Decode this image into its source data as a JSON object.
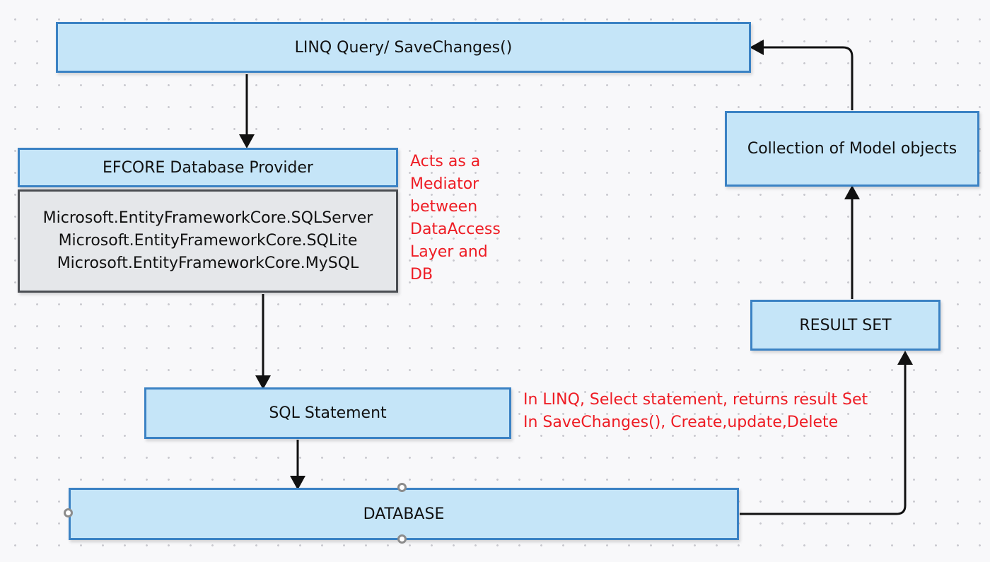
{
  "nodes": {
    "linq": "LINQ Query/ SaveChanges()",
    "provider": "EFCORE Database Provider",
    "packages": [
      "Microsoft.EntityFrameworkCore.SQLServer",
      "Microsoft.EntityFrameworkCore.SQLite",
      "Microsoft.EntityFrameworkCore.MySQL"
    ],
    "sql_statement": "SQL Statement",
    "database": "DATABASE",
    "result_set": "RESULT SET",
    "model_objects": "Collection of Model objects"
  },
  "notes": {
    "mediator": [
      "Acts as a",
      "Mediator",
      "between",
      "DataAccess",
      "Layer and",
      "DB"
    ],
    "sql": [
      "In LINQ, Select statement, returns result Set",
      "In SaveChanges(), Create,update,Delete"
    ]
  },
  "colors": {
    "node_fill": "#c5e5f8",
    "node_border": "#3b82c4",
    "package_fill": "#e5e7ea",
    "note_text": "#ee1c24",
    "connector": "#111111"
  }
}
